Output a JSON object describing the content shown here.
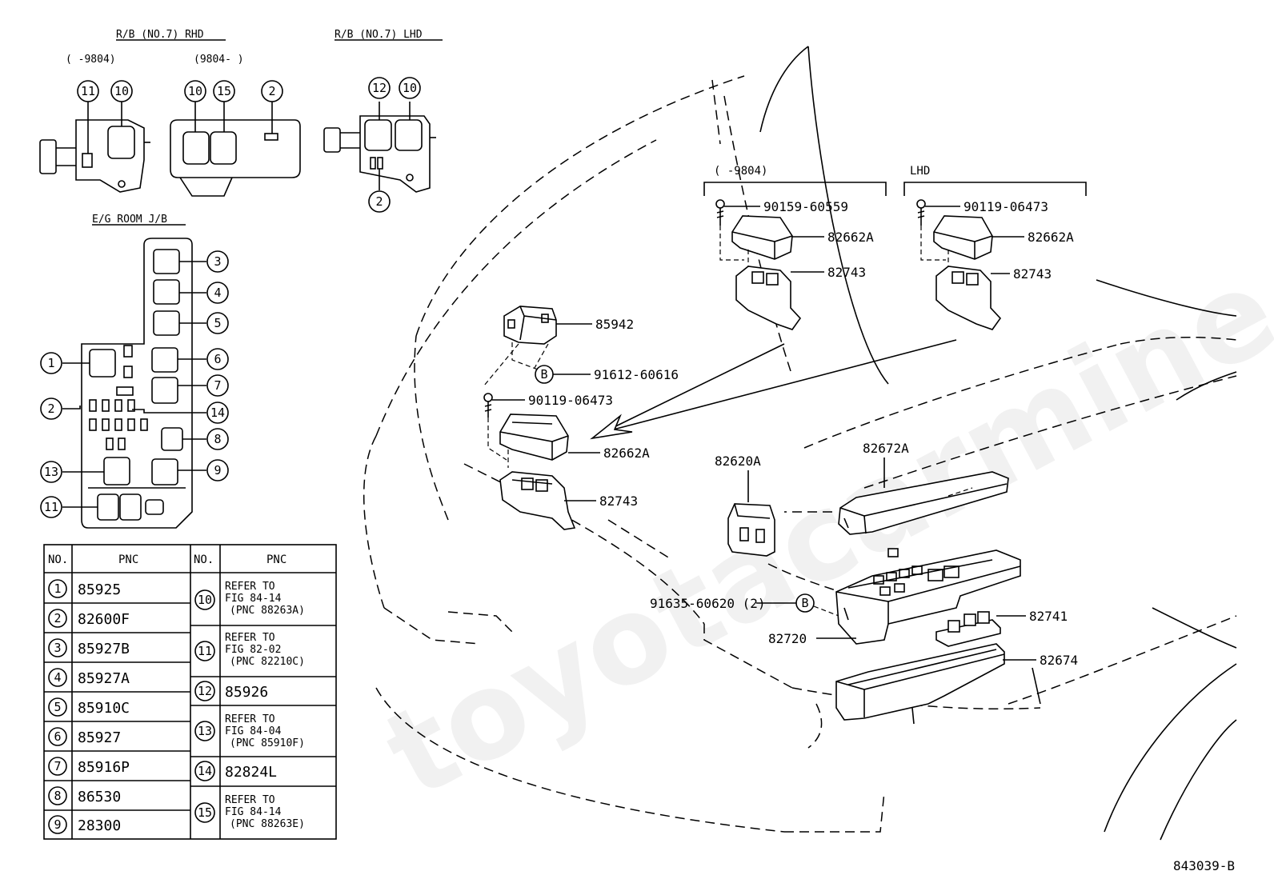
{
  "watermark": "toyotacarmine.ru",
  "diagram_code": "843039-B",
  "insets": {
    "rb_rhd_title": "R/B (NO.7) RHD",
    "rb_rhd_early": "(   -9804)",
    "rb_rhd_late": "(9804-    )",
    "rb_lhd_title": "R/B (NO.7) LHD",
    "eg_room_title": "E/G ROOM J/B"
  },
  "variants": {
    "early": "(   -9804)",
    "lhd": "LHD"
  },
  "callouts": [
    "1",
    "2",
    "3",
    "4",
    "5",
    "6",
    "7",
    "8",
    "9",
    "10",
    "11",
    "12",
    "13",
    "14",
    "15"
  ],
  "bolt_ref": "B",
  "parts": {
    "p85942": "85942",
    "p91612": "91612-60616",
    "p90119a": "90119-06473",
    "p82662a_main": "82662A",
    "p82743_main": "82743",
    "p90159": "90159-60559",
    "p82662a_early": "82662A",
    "p82743_early": "82743",
    "p90119b": "90119-06473",
    "p82662a_lhd": "82662A",
    "p82743_lhd": "82743",
    "p82620a": "82620A",
    "p82672a": "82672A",
    "p91635": "91635-60620 (2)",
    "p82741": "82741",
    "p82720": "82720",
    "p82674": "82674"
  },
  "table": {
    "headers": {
      "no": "NO.",
      "pnc": "PNC"
    },
    "left": [
      {
        "no": "1",
        "pnc": "85925"
      },
      {
        "no": "2",
        "pnc": "82600F"
      },
      {
        "no": "3",
        "pnc": "85927B"
      },
      {
        "no": "4",
        "pnc": "85927A"
      },
      {
        "no": "5",
        "pnc": "85910C"
      },
      {
        "no": "6",
        "pnc": "85927"
      },
      {
        "no": "7",
        "pnc": "85916P"
      },
      {
        "no": "8",
        "pnc": "86530"
      },
      {
        "no": "9",
        "pnc": "28300"
      }
    ],
    "right": [
      {
        "no": "10",
        "l1": "REFER TO",
        "l2": "FIG 84-14",
        "l3": "(PNC 88263A)"
      },
      {
        "no": "11",
        "l1": "REFER TO",
        "l2": "FIG 82-02",
        "l3": "(PNC 82210C)"
      },
      {
        "no": "12",
        "pnc": "85926"
      },
      {
        "no": "13",
        "l1": "REFER TO",
        "l2": "FIG 84-04",
        "l3": "(PNC 85910F)"
      },
      {
        "no": "14",
        "pnc": "82824L"
      },
      {
        "no": "15",
        "l1": "REFER TO",
        "l2": "FIG 84-14",
        "l3": "(PNC 88263E)"
      }
    ]
  }
}
